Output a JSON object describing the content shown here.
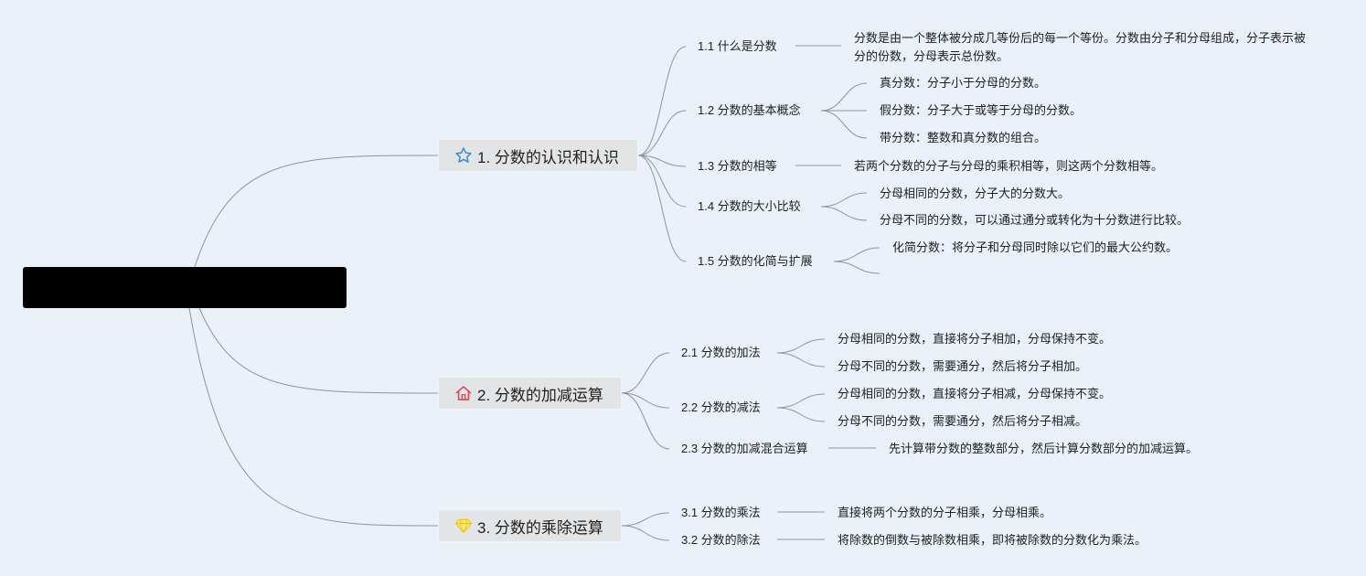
{
  "root": {
    "label": "",
    "redacted": true
  },
  "branches": [
    {
      "title": "1. 分数的认识和认识",
      "icon": "star-icon",
      "icon_color": "#2f8fd8",
      "children": [
        {
          "label": "1.1 什么是分数",
          "leaves": [
            "分数是由一个整体被分成几等份后的每一个等份。分数由分子和分母组成，分子表示被分的份数，分母表示总份数。"
          ]
        },
        {
          "label": "1.2 分数的基本概念",
          "leaves": [
            "真分数：分子小于分母的分数。",
            "假分数：分子大于或等于分母的分数。",
            "带分数：整数和真分数的组合。"
          ]
        },
        {
          "label": "1.3 分数的相等",
          "leaves": [
            "若两个分数的分子与分母的乘积相等，则这两个分数相等。"
          ]
        },
        {
          "label": "1.4 分数的大小比较",
          "leaves": [
            "分母相同的分数，分子大的分数大。",
            "分母不同的分数，可以通过通分或转化为十分数进行比较。"
          ]
        },
        {
          "label": "1.5 分数的化简与扩展",
          "leaves": [
            "化简分数：将分子和分母同时除以它们的最大公约数。",
            ""
          ]
        }
      ]
    },
    {
      "title": "2. 分数的加减运算",
      "icon": "house-icon",
      "icon_color": "#e0445a",
      "children": [
        {
          "label": "2.1 分数的加法",
          "leaves": [
            "分母相同的分数，直接将分子相加，分母保持不变。",
            "分母不同的分数，需要通分，然后将分子相加。"
          ]
        },
        {
          "label": "2.2 分数的减法",
          "leaves": [
            "分母相同的分数，直接将分子相减，分母保持不变。",
            "分母不同的分数，需要通分，然后将分子相减。"
          ]
        },
        {
          "label": "2.3 分数的加减混合运算",
          "leaves": [
            "先计算带分数的整数部分，然后计算分数部分的加减运算。"
          ]
        }
      ]
    },
    {
      "title": "3. 分数的乘除运算",
      "icon": "diamond-icon",
      "icon_color": "#f2d21c",
      "children": [
        {
          "label": "3.1 分数的乘法",
          "leaves": [
            "直接将两个分数的分子相乘，分母相乘。"
          ]
        },
        {
          "label": "3.2 分数的除法",
          "leaves": [
            "将除数的倒数与被除数相乘，即将被除数的分数化为乘法。"
          ]
        }
      ]
    }
  ]
}
